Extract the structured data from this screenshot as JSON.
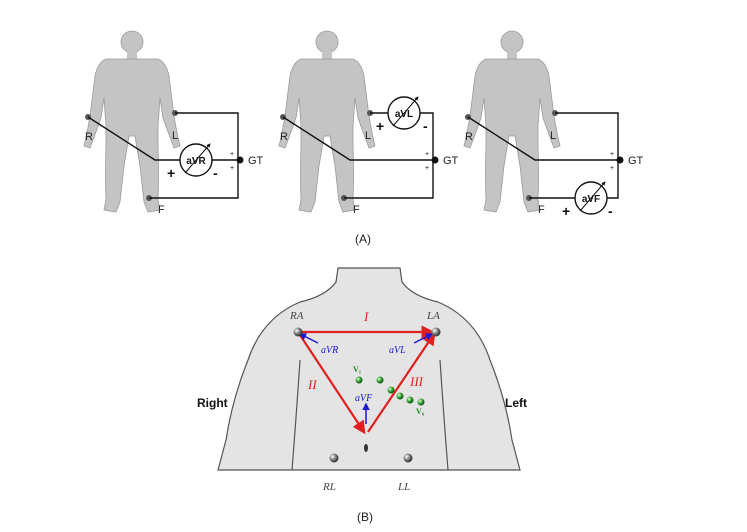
{
  "panel_a": {
    "caption": "(A)",
    "figures": [
      {
        "meter": "aVR",
        "right": "R",
        "left": "L",
        "foot": "F",
        "ground": "GT"
      },
      {
        "meter": "aVL",
        "right": "R",
        "left": "L",
        "foot": "F",
        "ground": "GT"
      },
      {
        "meter": "aVF",
        "right": "R",
        "left": "L",
        "foot": "F",
        "ground": "GT"
      }
    ],
    "plus": "+",
    "minus": "-"
  },
  "panel_b": {
    "caption": "(B)",
    "side_right": "Right",
    "side_left": "Left",
    "electrodes": {
      "ra": "RA",
      "la": "LA",
      "rl": "RL",
      "ll": "LL"
    },
    "leads": {
      "i": "I",
      "ii": "II",
      "iii": "III"
    },
    "augmented": {
      "avr": "aVR",
      "avl": "aVL",
      "avf": "aVF"
    },
    "precordial": {
      "v1": "V₁",
      "v6": "V₆"
    },
    "colors": {
      "lead": "#e02020",
      "augmented": "#1a1ad0",
      "chest": "#2e9a2e",
      "body": "#c8c8c8"
    }
  }
}
